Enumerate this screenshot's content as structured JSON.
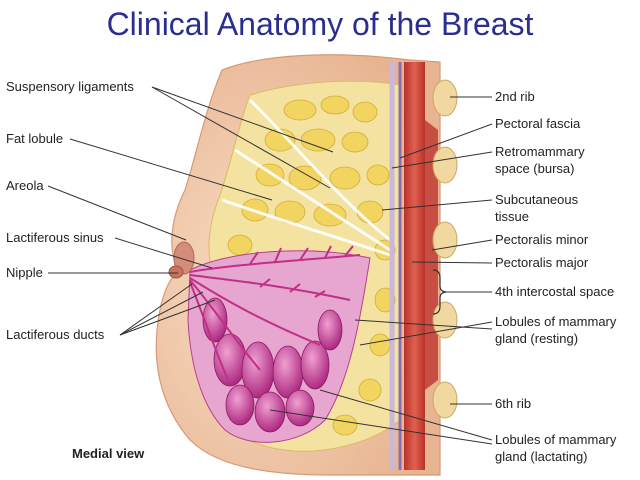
{
  "title": "Clinical Anatomy of the Breast",
  "view_label": "Medial view",
  "left_labels": {
    "suspensory_ligaments": "Suspensory ligaments",
    "fat_lobule": "Fat lobule",
    "areola": "Areola",
    "lactiferous_sinus": "Lactiferous sinus",
    "nipple": "Nipple",
    "lactiferous_ducts": "Lactiferous ducts"
  },
  "right_labels": {
    "rib_2": "2nd rib",
    "pectoral_fascia": "Pectoral fascia",
    "retromammary_1": "Retromammary",
    "retromammary_2": "space (bursa)",
    "subcutaneous_1": "Subcutaneous",
    "subcutaneous_2": "tissue",
    "pectoralis_minor": "Pectoralis minor",
    "pectoralis_major": "Pectoralis major",
    "intercostal_4": "4th intercostal space",
    "lobules_resting_1": "Lobules of mammary",
    "lobules_resting_2": "gland (resting)",
    "rib_6": "6th rib",
    "lobules_lactating_1": "Lobules of mammary",
    "lobules_lactating_2": "gland (lactating)"
  },
  "colors": {
    "title": "#2a2f8f",
    "skin": "#f2c9a8",
    "fat": "#f3dd7a",
    "gland": "#c2338d",
    "muscle": "#d9473b",
    "rib": "#f1d8a0"
  }
}
